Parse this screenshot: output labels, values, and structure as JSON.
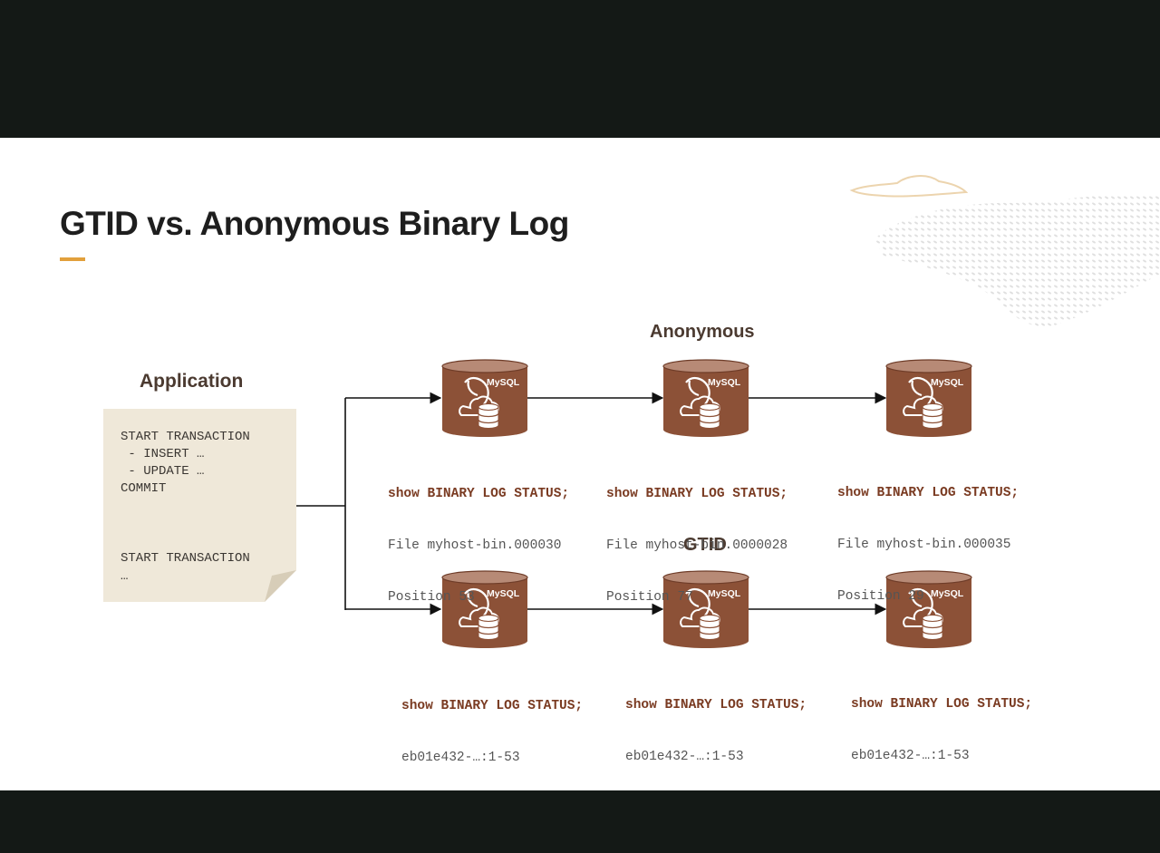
{
  "title": "GTID vs. Anonymous Binary Log",
  "colors": {
    "accent": "#e2a03c",
    "db_body": "#8c5137",
    "note_bg": "#efe8d9",
    "command_text": "#7a3b22"
  },
  "application": {
    "label": "Application",
    "lines": [
      "START TRANSACTION",
      " - INSERT …",
      " - UPDATE …",
      "COMMIT",
      "START TRANSACTION",
      "…"
    ]
  },
  "anonymous": {
    "label": "Anonymous",
    "servers": [
      {
        "logo": "MySQL",
        "command": "show BINARY LOG STATUS;",
        "file": "File myhost-bin.000030",
        "position": "Position 53"
      },
      {
        "logo": "MySQL",
        "command": "show BINARY LOG STATUS;",
        "file": "File myhost-bin.0000028",
        "position": "Position 77"
      },
      {
        "logo": "MySQL",
        "command": "show BINARY LOG STATUS;",
        "file": "File myhost-bin.000035",
        "position": "Position 29"
      }
    ]
  },
  "gtid": {
    "label": "GTID",
    "servers": [
      {
        "logo": "MySQL",
        "command": "show BINARY LOG STATUS;",
        "gtid_set": "eb01e432-…:1-53"
      },
      {
        "logo": "MySQL",
        "command": "show BINARY LOG STATUS;",
        "gtid_set": "eb01e432-…:1-53"
      },
      {
        "logo": "MySQL",
        "command": "show BINARY LOG STATUS;",
        "gtid_set": "eb01e432-…:1-53"
      }
    ]
  }
}
